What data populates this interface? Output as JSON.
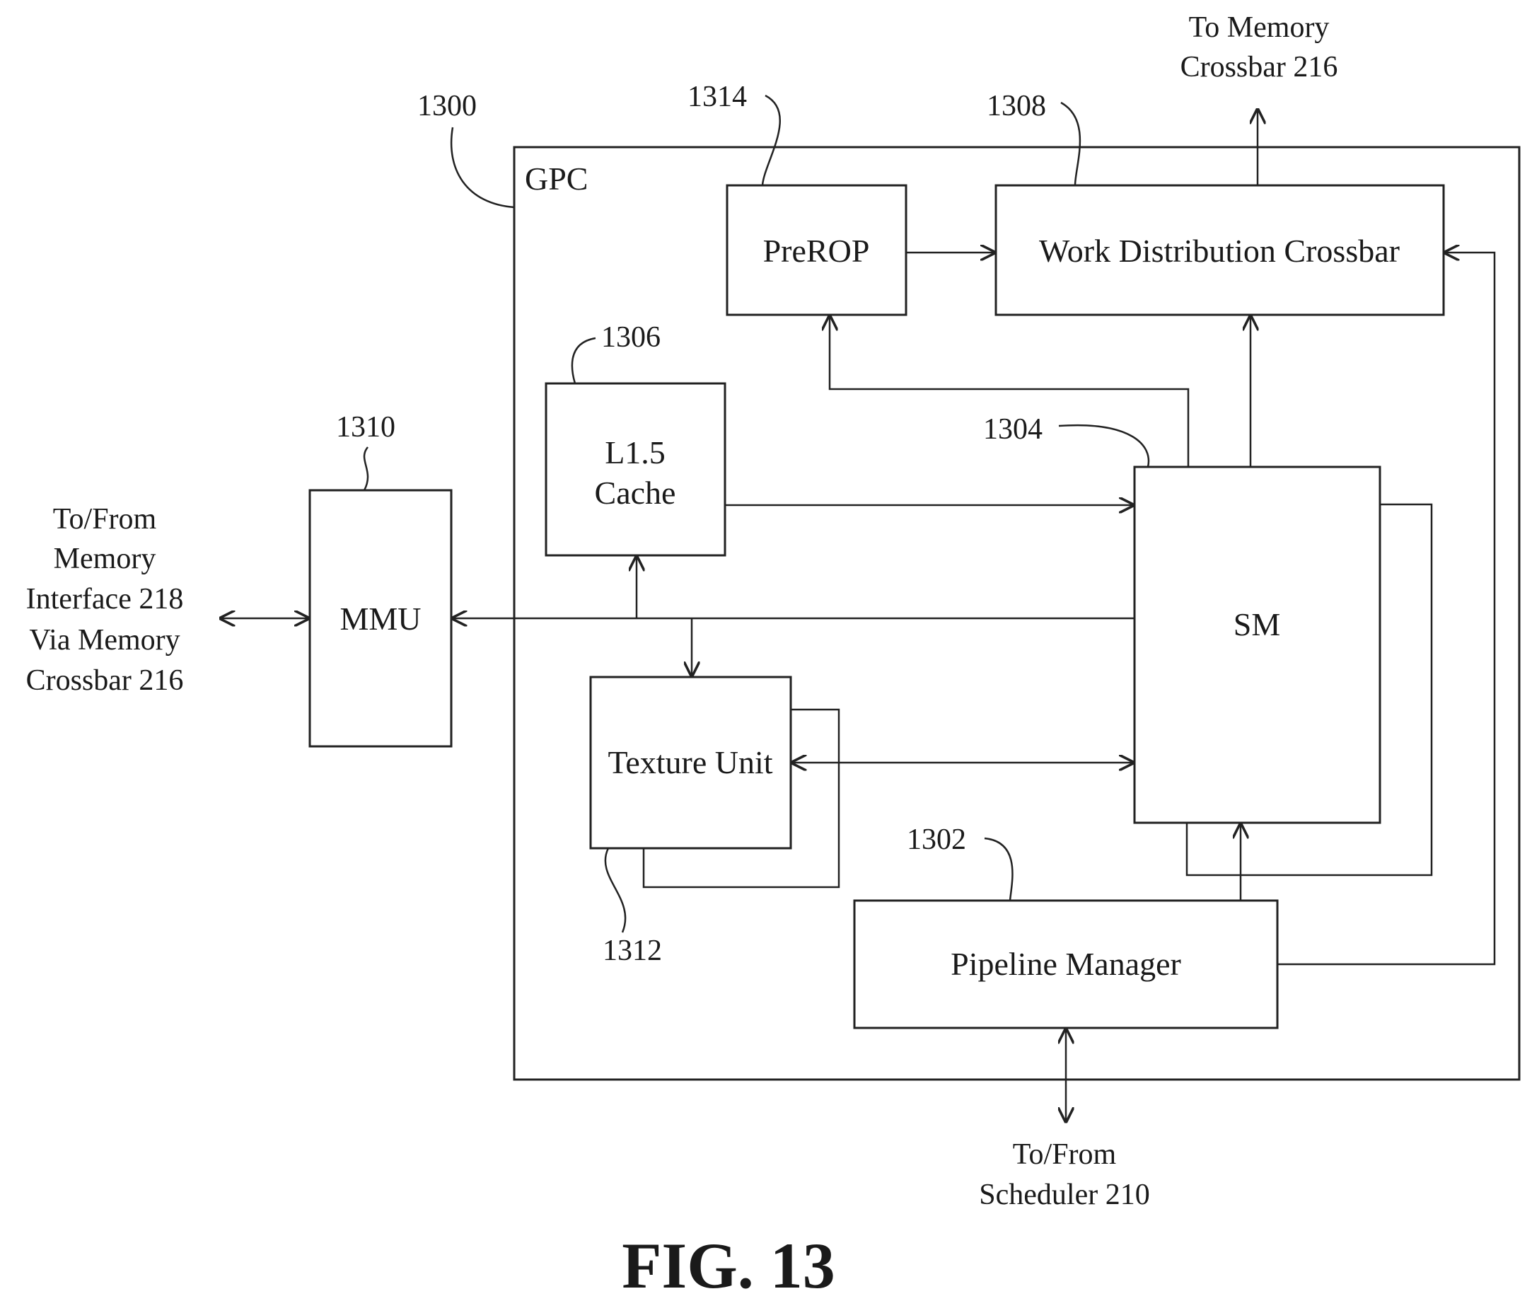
{
  "figure_label": "FIG. 13",
  "container": {
    "ref": "1300",
    "title": "GPC"
  },
  "blocks": {
    "prerop": {
      "label": "PreROP",
      "ref": "1314"
    },
    "wdx": {
      "label": "Work Distribution Crossbar",
      "ref": "1308"
    },
    "l15": {
      "line1": "L1.5",
      "line2": "Cache",
      "ref": "1306"
    },
    "mmu": {
      "label": "MMU",
      "ref": "1310"
    },
    "sm": {
      "label": "SM",
      "ref": "1304"
    },
    "texture": {
      "label": "Texture Unit",
      "ref": "1312"
    },
    "pipeline": {
      "label": "Pipeline Manager",
      "ref": "1302"
    }
  },
  "external": {
    "memory_crossbar": [
      "To Memory",
      "Crossbar 216"
    ],
    "memory_interface": [
      "To/From",
      "Memory",
      "Interface 218",
      "Via Memory",
      "Crossbar 216"
    ],
    "scheduler": [
      "To/From",
      "Scheduler 210"
    ]
  }
}
